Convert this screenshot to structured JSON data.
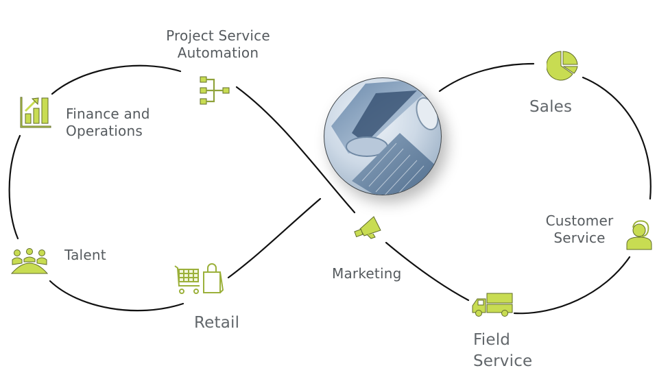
{
  "diagram": {
    "type": "infinity-loop",
    "hub_image": "computer-keyboard-mouse-photo",
    "accent_color": "#c8dc52",
    "icon_stroke_color": "#5f6b2a",
    "line_color": "#111111",
    "text_color": "#555a5e",
    "nodes": [
      {
        "id": "project-service-automation",
        "label_lines": [
          "Project Service",
          "Automation"
        ],
        "icon": "hierarchy-icon"
      },
      {
        "id": "finance-and-operations",
        "label_lines": [
          "Finance and",
          "Operations"
        ],
        "icon": "bar-chart-growth-icon"
      },
      {
        "id": "talent",
        "label_lines": [
          "Talent"
        ],
        "icon": "team-meeting-icon"
      },
      {
        "id": "retail",
        "label_lines": [
          "Retail"
        ],
        "icon": "shopping-cart-bag-icon"
      },
      {
        "id": "marketing",
        "label_lines": [
          "Marketing"
        ],
        "icon": "megaphone-icon"
      },
      {
        "id": "field-service",
        "label_lines": [
          "Field",
          "Service"
        ],
        "icon": "delivery-truck-icon"
      },
      {
        "id": "customer-service",
        "label_lines": [
          "Customer",
          "Service"
        ],
        "icon": "headset-agent-icon"
      },
      {
        "id": "sales",
        "label_lines": [
          "Sales"
        ],
        "icon": "pie-chart-icon"
      }
    ]
  }
}
